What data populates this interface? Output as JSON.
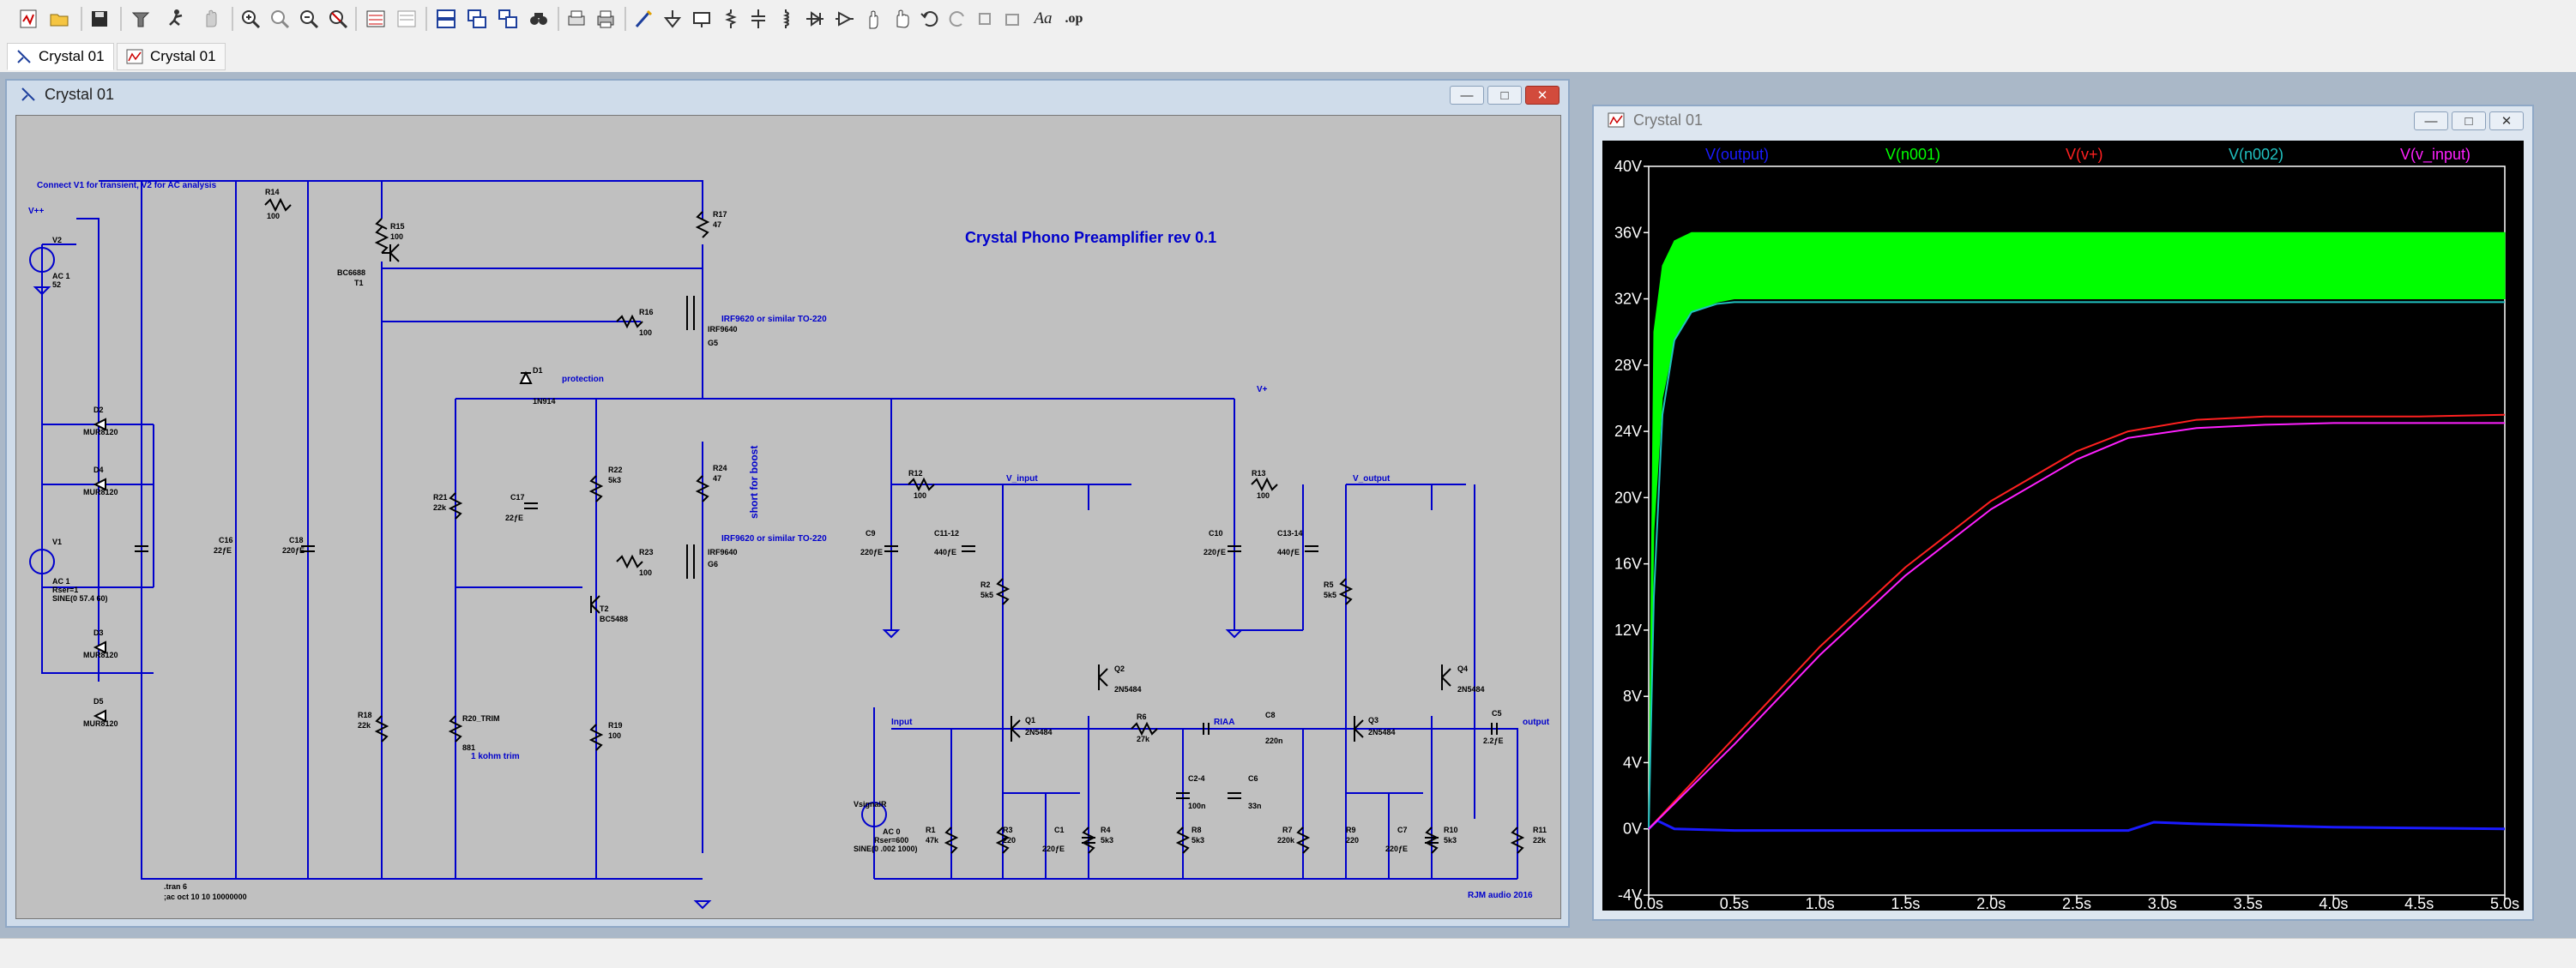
{
  "toolbar": {
    "icons": [
      "new-schematic-icon",
      "open-icon",
      "save-icon",
      "control-panel-icon",
      "run-icon",
      "halt-icon",
      "zoom-in-icon",
      "zoom-pan-icon",
      "zoom-out-icon",
      "zoom-fit-icon",
      "autorange-icon",
      "plot-settings-icon",
      "tile-horizontal-icon",
      "tile-vertical-icon",
      "cascade-icon",
      "find-icon",
      "print-setup-icon",
      "print-icon",
      "wire-icon",
      "ground-icon",
      "label-net-icon",
      "resistor-icon",
      "capacitor-icon",
      "inductor-icon",
      "diode-icon",
      "component-icon",
      "move-icon",
      "drag-icon",
      "undo-icon",
      "redo-icon",
      "rotate-icon",
      "mirror-icon",
      "text-label",
      "spice-directive-label"
    ],
    "text_label": "Aa",
    "directive_label": ".op"
  },
  "tabs": [
    {
      "label": "Crystal 01",
      "icon": "schematic-icon"
    },
    {
      "label": "Crystal 01",
      "icon": "waveform-icon"
    }
  ],
  "schematic_window": {
    "title": "Crystal 01",
    "controls": {
      "minimize": "—",
      "maximize": "□",
      "close": "✕"
    },
    "title_text": "Crystal Phono Preamplifier rev 0.1",
    "note": "Connect V1 for transient, V2 for AC analysis",
    "author": "RJM audio 2016",
    "directives": [
      ".tran 6",
      ";ac oct 10 10 10000000"
    ],
    "labels": {
      "vpp": "V++",
      "vplus": "V+",
      "v_input": "V_input",
      "v_output": "V_output",
      "input": "Input",
      "output": "output",
      "riaa": "RIAA",
      "protection": "protection",
      "short_boost": "short for boost",
      "irf_note1": "IRF9620 or similar TO-220",
      "irf_note2": "IRF9620 or similar TO-220",
      "trim_note": "1 kohm trim"
    },
    "components": {
      "V2": [
        "V2",
        "AC 1",
        "52"
      ],
      "V1": [
        "V1",
        "AC 1",
        "Rser=1",
        "SINE(0 57.4 60)"
      ],
      "D2": [
        "D2",
        "MUR8120"
      ],
      "D4": [
        "D4",
        "MUR8120"
      ],
      "D3": [
        "D3",
        "MUR8120"
      ],
      "D5": [
        "D5",
        "MUR8120"
      ],
      "C16": [
        "C16",
        "22ƒE"
      ],
      "C18": [
        "C18",
        "220ƒE"
      ],
      "R14": [
        "R14",
        "100"
      ],
      "R15": [
        "R15",
        "100"
      ],
      "T1": [
        "BC6688",
        "T1"
      ],
      "R18": [
        "R18",
        "22k"
      ],
      "D1": [
        "D1",
        "1N914"
      ],
      "R21": [
        "R21",
        "22k"
      ],
      "C17": [
        "C17",
        "22ƒE"
      ],
      "R20": [
        "R20_TRIM",
        "881"
      ],
      "R16": [
        "R16",
        "100"
      ],
      "R22": [
        "R22",
        "5k3"
      ],
      "T2": [
        "T2",
        "BC5488"
      ],
      "R19": [
        "R19",
        "100"
      ],
      "R17": [
        "R17",
        "47"
      ],
      "G5": [
        "IRF9640",
        "G5"
      ],
      "R24": [
        "R24",
        "47"
      ],
      "R23": [
        "R23",
        "100"
      ],
      "G6": [
        "IRF9640",
        "G6"
      ],
      "C9": [
        "C9",
        "220ƒE"
      ],
      "R12": [
        "R12",
        "100"
      ],
      "C11": [
        "C11-12",
        "440ƒE"
      ],
      "R2": [
        "R2",
        "5k5"
      ],
      "Q2": [
        "Q2",
        "2N5484"
      ],
      "Q1": [
        "Q1",
        "2N5484"
      ],
      "R6": [
        "R6",
        "27k"
      ],
      "C2": [
        "C2-4",
        "100n"
      ],
      "R8": [
        "R8",
        "5k3"
      ],
      "C8": [
        "C8",
        "220n"
      ],
      "C6": [
        "C6",
        "33n"
      ],
      "R7": [
        "R7",
        "220k"
      ],
      "R1": [
        "R1",
        "47k"
      ],
      "R3": [
        "R3",
        "220"
      ],
      "C1": [
        "C1",
        "220ƒE"
      ],
      "R4": [
        "R4",
        "5k3"
      ],
      "Vsig": [
        "VsignalR",
        "AC 0",
        "Rser=600",
        "SINE(0 .002 1000)"
      ],
      "C10": [
        "C10",
        "220ƒE"
      ],
      "R13": [
        "R13",
        "100"
      ],
      "C13": [
        "C13-14",
        "440ƒE"
      ],
      "R5": [
        "R5",
        "5k5"
      ],
      "Q4": [
        "Q4",
        "2N5484"
      ],
      "Q3": [
        "Q3",
        "2N5484"
      ],
      "R9": [
        "R9",
        "220"
      ],
      "C7": [
        "C7",
        "220ƒE"
      ],
      "R10": [
        "R10",
        "5k3"
      ],
      "C5": [
        "C5",
        "2.2ƒE"
      ],
      "R11": [
        "R11",
        "22k"
      ]
    }
  },
  "plot_window": {
    "title": "Crystal 01",
    "controls": {
      "minimize": "—",
      "maximize": "□",
      "close": "✕"
    },
    "legend": [
      {
        "name": "V(output)",
        "color": "#1a1aff"
      },
      {
        "name": "V(n001)",
        "color": "#00ff00"
      },
      {
        "name": "V(v+)",
        "color": "#ff2020"
      },
      {
        "name": "V(n002)",
        "color": "#20c0c0"
      },
      {
        "name": "V(v_input)",
        "color": "#ff20ff"
      }
    ],
    "y_ticks": [
      "40V",
      "36V",
      "32V",
      "28V",
      "24V",
      "20V",
      "16V",
      "12V",
      "8V",
      "4V",
      "0V",
      "-4V"
    ],
    "x_ticks": [
      "0.0s",
      "0.5s",
      "1.0s",
      "1.5s",
      "2.0s",
      "2.5s",
      "3.0s",
      "3.5s",
      "4.0s",
      "4.5s",
      "5.0s"
    ]
  },
  "chart_data": {
    "type": "line",
    "xlim": [
      0,
      5
    ],
    "ylim": [
      -4,
      40
    ],
    "grid": false,
    "legend_position": "top",
    "xlabel": "",
    "ylabel": "",
    "series": [
      {
        "name": "V(output)",
        "color": "#1a1aff",
        "x": [
          0,
          0.05,
          0.15,
          0.5,
          1.0,
          2.0,
          2.8,
          2.95,
          3.2,
          4.0,
          5.0
        ],
        "y": [
          0,
          0.5,
          0,
          -0.1,
          -0.1,
          -0.1,
          -0.1,
          0.4,
          0.3,
          0.1,
          0
        ]
      },
      {
        "name": "V(n001)",
        "color": "#00ff00",
        "band": true,
        "x": [
          0,
          0.03,
          0.08,
          0.15,
          0.25,
          0.4,
          0.5,
          1.0,
          2.0,
          3.0,
          4.0,
          5.0
        ],
        "y_low": [
          0,
          18,
          26,
          29.5,
          31.2,
          31.8,
          32,
          32,
          32,
          32,
          32,
          32
        ],
        "y_high": [
          0,
          30,
          34,
          35.5,
          36,
          36,
          36,
          36,
          36,
          36,
          36,
          36
        ]
      },
      {
        "name": "V(v+)",
        "color": "#ff2020",
        "x": [
          0,
          0.5,
          1.0,
          1.5,
          2.0,
          2.5,
          2.8,
          3.2,
          3.6,
          4.0,
          4.5,
          5.0
        ],
        "y": [
          0,
          5.5,
          11,
          15.8,
          19.8,
          22.8,
          24,
          24.7,
          24.9,
          24.9,
          24.9,
          25
        ]
      },
      {
        "name": "V(n002)",
        "color": "#20c0c0",
        "x": [
          0,
          0.03,
          0.08,
          0.15,
          0.25,
          0.4,
          0.5,
          1.0,
          2.0,
          3.0,
          4.0,
          5.0
        ],
        "y": [
          0,
          14,
          25,
          29.5,
          31.2,
          31.7,
          31.8,
          31.8,
          31.8,
          31.8,
          31.8,
          31.8
        ]
      },
      {
        "name": "V(v_input)",
        "color": "#ff20ff",
        "x": [
          0,
          0.5,
          1.0,
          1.5,
          2.0,
          2.5,
          2.8,
          3.2,
          3.6,
          4.0,
          4.5,
          5.0
        ],
        "y": [
          0,
          5.1,
          10.5,
          15.3,
          19.3,
          22.3,
          23.6,
          24.2,
          24.4,
          24.5,
          24.5,
          24.5
        ]
      }
    ]
  }
}
